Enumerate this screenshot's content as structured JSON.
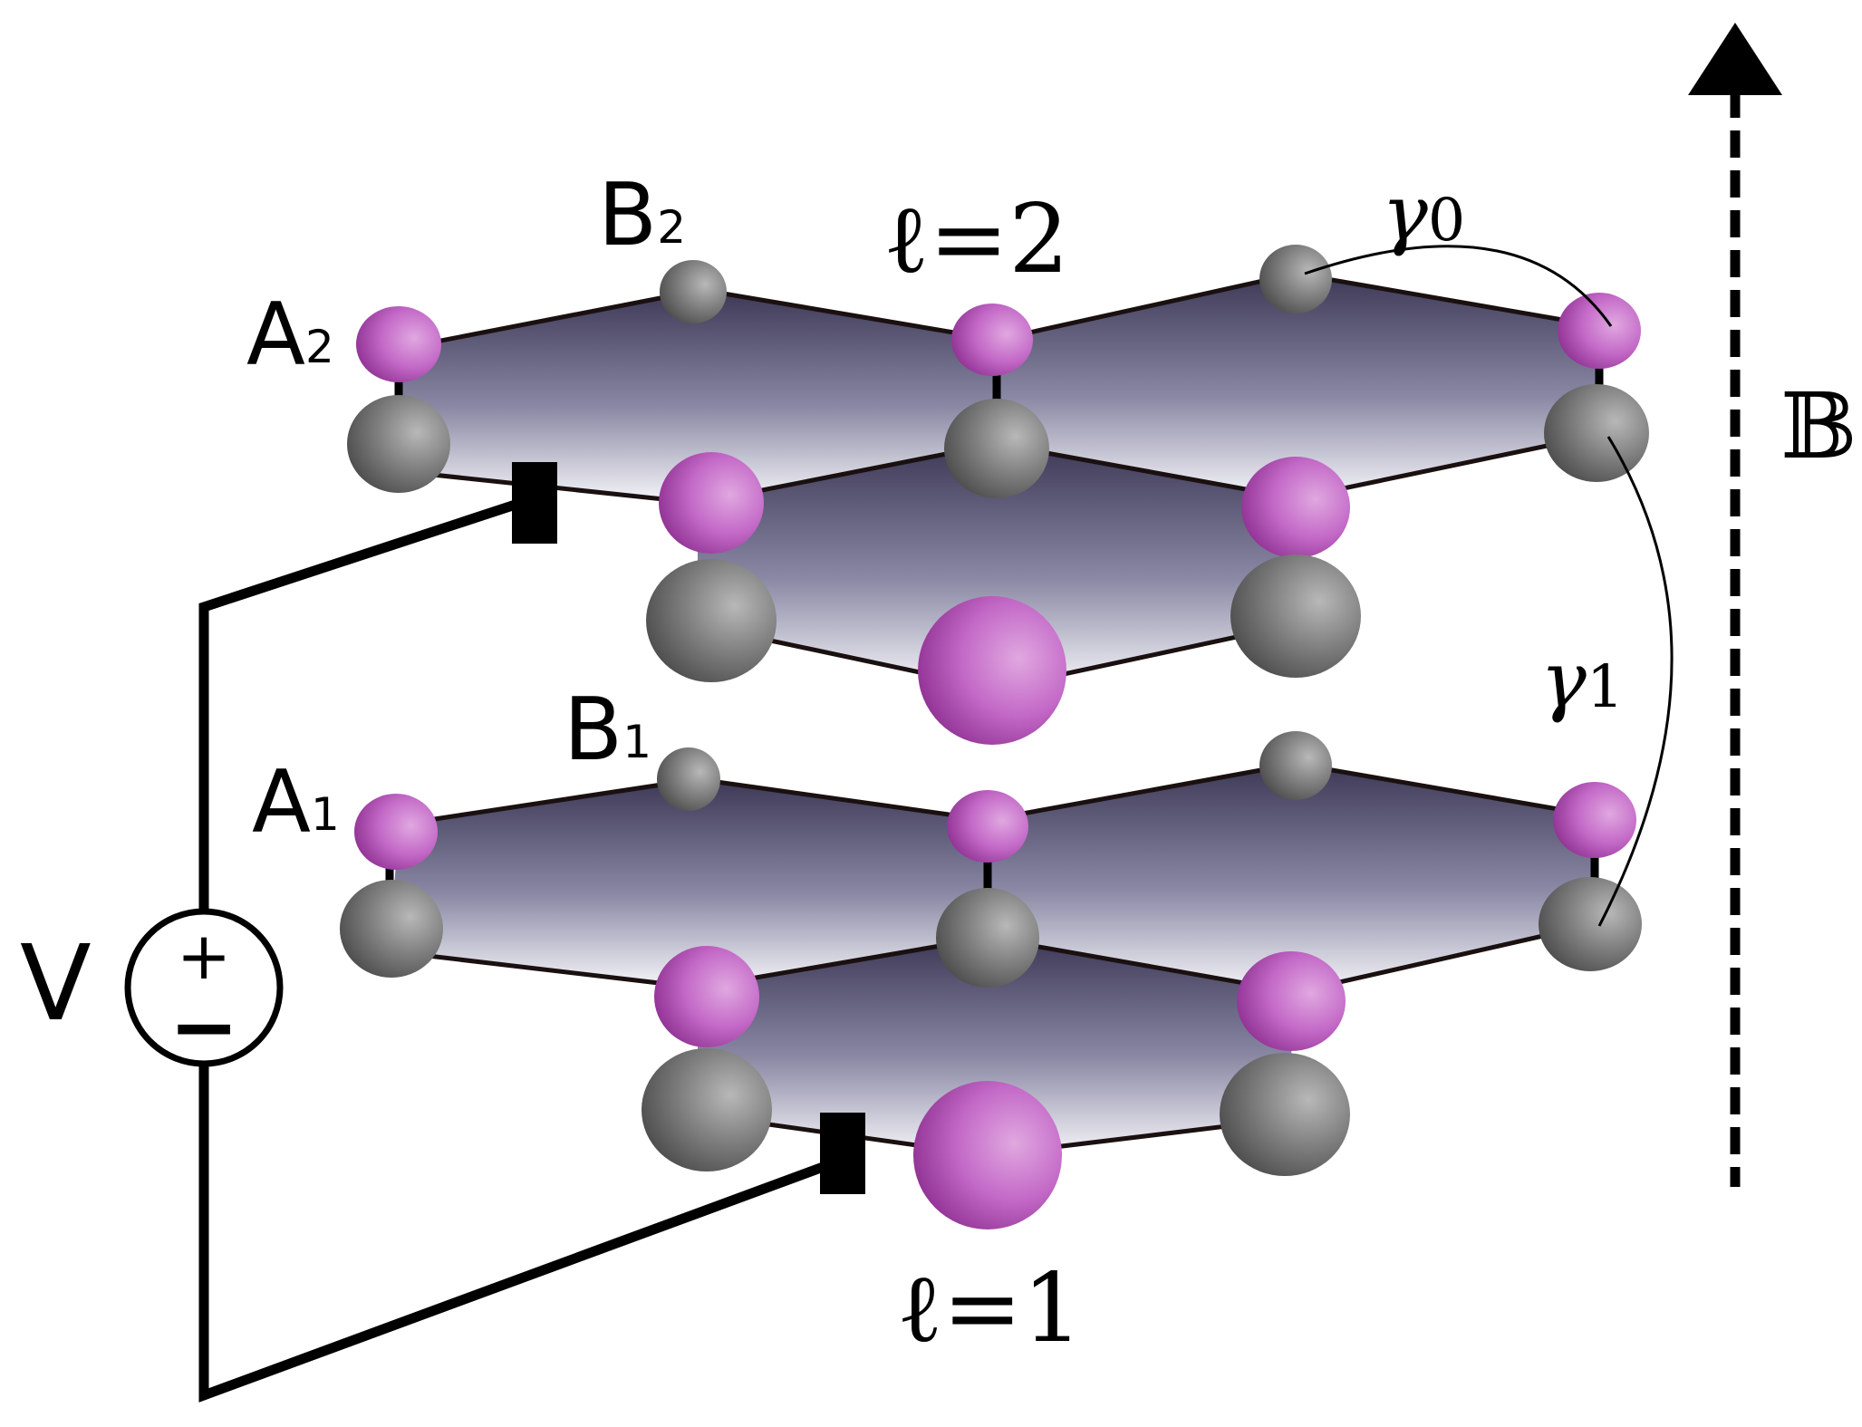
{
  "labels": {
    "a2_main": "A",
    "a2_sub": "2",
    "b2_main": "B",
    "b2_sub": "2",
    "a1_main": "A",
    "a1_sub": "1",
    "b1_main": "B",
    "b1_sub": "1",
    "layer2": "ℓ=2",
    "layer1": "ℓ=1",
    "gamma0_main": "γ",
    "gamma0_sub": "0",
    "gamma1_main": "γ",
    "gamma1_sub": "1",
    "field": "𝔹",
    "voltage": "V",
    "plus": "+",
    "minus": "−"
  },
  "colors": {
    "atom_a": "#c46ac8",
    "atom_b": "#808080",
    "plane_top": "#3c3856",
    "plane_bottom": "#f6f6fa",
    "wire": "#000000"
  }
}
